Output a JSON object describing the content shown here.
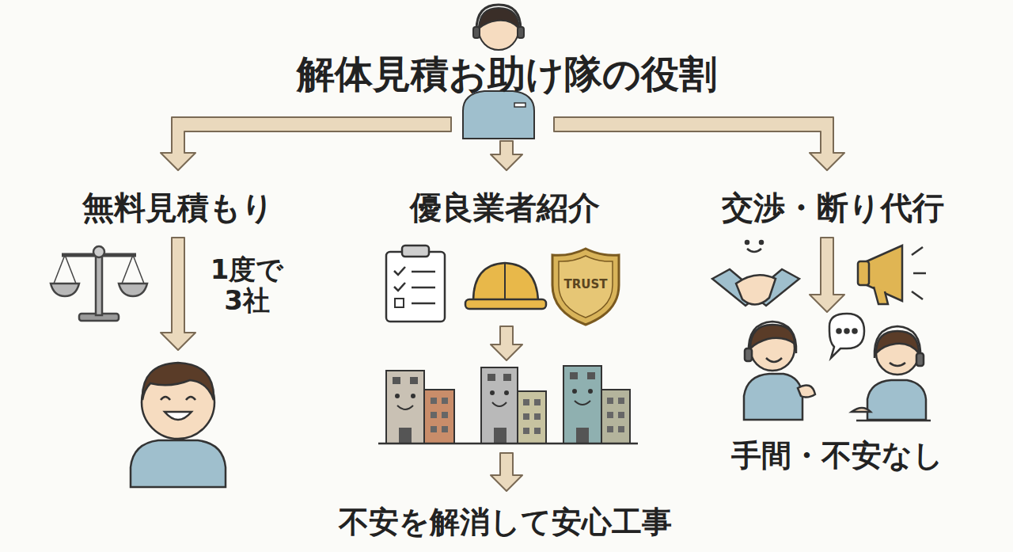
{
  "diagram": {
    "title": "解体見積お助け隊の役割",
    "labels": [
      "無料見積もり",
      "優良業者紹介",
      "交渉・断り代行",
      "1度で 3社",
      "TRUST",
      "手間・不安なし",
      "不安を解消して安心工事"
    ]
  }
}
